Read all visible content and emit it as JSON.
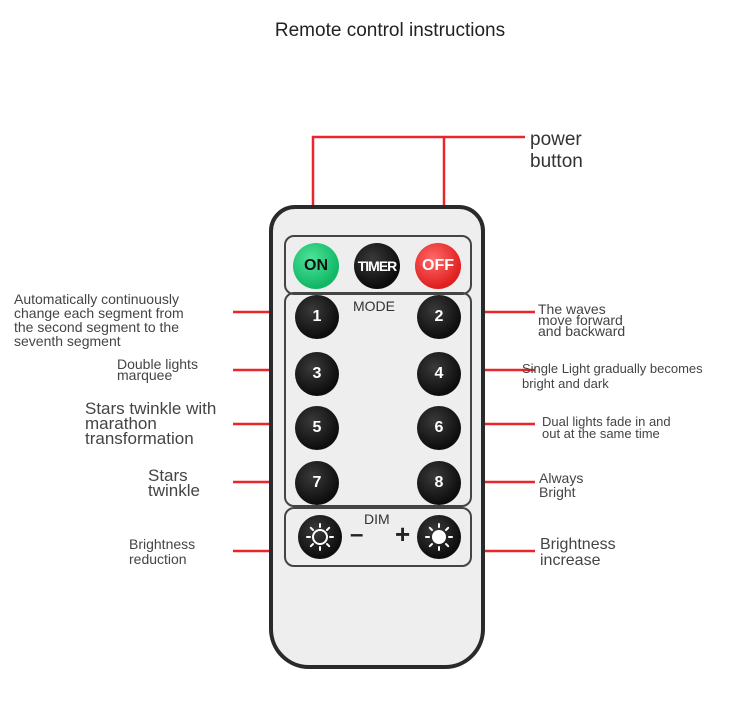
{
  "title": "Remote control instructions",
  "power_label": [
    "power",
    "button"
  ],
  "buttons": {
    "on": "ON",
    "timer": "TIMER",
    "off": "OFF",
    "mode_title": "MODE",
    "dim_title": "DIM",
    "minus": "–",
    "plus": "+",
    "numbers": [
      "1",
      "2",
      "3",
      "4",
      "5",
      "6",
      "7",
      "8"
    ]
  },
  "annotations": {
    "mode1": [
      "Automatically continuously",
      "change each segment from",
      "the second segment to the",
      "seventh segment"
    ],
    "mode2": [
      "The waves",
      "move forward",
      "and backward"
    ],
    "mode3": [
      "Double lights",
      "marquee"
    ],
    "mode4": [
      "Single Light gradually becomes",
      "bright and dark"
    ],
    "mode5": [
      "Stars twinkle with",
      "marathon",
      "transformation"
    ],
    "mode6": [
      "Dual lights fade in and",
      "out at the same time"
    ],
    "mode7": [
      "Stars",
      "twinkle"
    ],
    "mode8": [
      "Always",
      "Bright"
    ],
    "dim_minus": [
      "Brightness",
      "reduction"
    ],
    "dim_plus": [
      "Brightness",
      "increase"
    ]
  },
  "colors": {
    "line": "#e8262b",
    "on": "#16c06e",
    "off": "#ef3b3b",
    "button": "#111111"
  },
  "icons": {
    "dim_minus": "sun-outline-icon",
    "dim_plus": "sun-filled-icon"
  }
}
